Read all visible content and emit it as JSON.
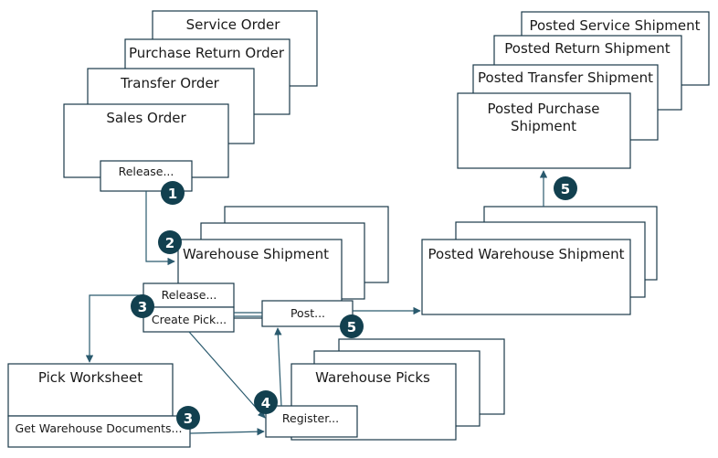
{
  "orders": {
    "service": "Service Order",
    "purchase_return": "Purchase Return Order",
    "transfer": "Transfer Order",
    "sales": "Sales Order",
    "release_button": "Release..."
  },
  "posted": {
    "service": "Posted  Service Shipment",
    "return": "Posted  Return Shipment",
    "transfer": "Posted Transfer Shipment",
    "purchase_line1": "Posted  Purchase",
    "purchase_line2": "Shipment"
  },
  "warehouse_shipment": {
    "title": "Warehouse Shipment",
    "release_button": "Release...",
    "create_pick_button": "Create Pick...",
    "post_button": "Post..."
  },
  "posted_warehouse_shipment": {
    "title": "Posted  Warehouse Shipment"
  },
  "pick_worksheet": {
    "title": "Pick Worksheet",
    "get_docs_button": "Get Warehouse Documents..."
  },
  "warehouse_picks": {
    "title": "Warehouse Picks",
    "register_button": "Register..."
  },
  "steps": {
    "s1": "1",
    "s2": "2",
    "s3a": "3",
    "s3b": "3",
    "s4": "4",
    "s5a": "5",
    "s5b": "5"
  },
  "colors": {
    "badge": "#12404f",
    "line": "#2a5a6e",
    "box_border": "#1a3a4a"
  }
}
